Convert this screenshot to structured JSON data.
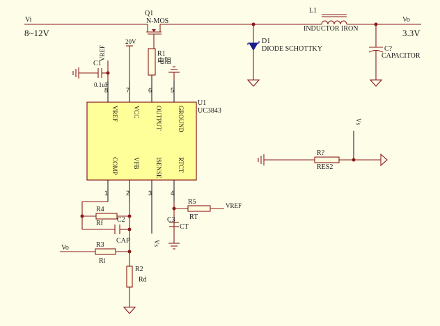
{
  "net_labels": {
    "vi": "Vi",
    "input_range": "8~12V",
    "vo_top": "Vo",
    "output_voltage": "3.3V",
    "supply_20v": "20V",
    "vref_r1": "VREF",
    "vref_r5": "VREF",
    "vs_isense": "Vs",
    "vs_right": "Vs",
    "vo_left": "Vo"
  },
  "components": {
    "q1_ref": "Q1",
    "q1_type": "N-MOS",
    "l1_ref": "L1",
    "l1_type": "INDUCTOR IRON",
    "d1_ref": "D1",
    "d1_type": "DIODE SCHOTTKY",
    "c7_ref": "C?",
    "c7_type": "CAPACITOR",
    "r1_ref": "R1",
    "r1_value": "电阻",
    "c1_ref": "C1",
    "c1_value": "0.1uF",
    "u1_ref": "U1",
    "u1_part": "UC3843",
    "r4_ref": "R4",
    "r4_value": "Rf",
    "c2_ref": "C2",
    "c2_value": "CAP",
    "r3_ref": "R3",
    "r3_value": "Ri",
    "r2_ref": "R2",
    "r2_value": "Rd",
    "r5_ref": "R5",
    "r5_value": "RT",
    "c3_ref": "C3",
    "c3_value": "CT",
    "r7_ref": "R?",
    "r7_value": "RES2"
  },
  "ic_pins": {
    "top": [
      {
        "num": "8",
        "name": "VREF"
      },
      {
        "num": "7",
        "name": "VCC"
      },
      {
        "num": "6",
        "name": "OUTPUT"
      },
      {
        "num": "5",
        "name": "GROUND"
      }
    ],
    "bottom": [
      {
        "num": "1",
        "name": "COMP"
      },
      {
        "num": "2",
        "name": "VFB"
      },
      {
        "num": "3",
        "name": "ISENSE"
      },
      {
        "num": "4",
        "name": "RTCT"
      }
    ]
  },
  "colors": {
    "background": "#fdfde8",
    "wire": "#8b1a1a",
    "ic_body": "#ffff99",
    "pin_line": "#222222",
    "text": "#1a1a1a"
  }
}
